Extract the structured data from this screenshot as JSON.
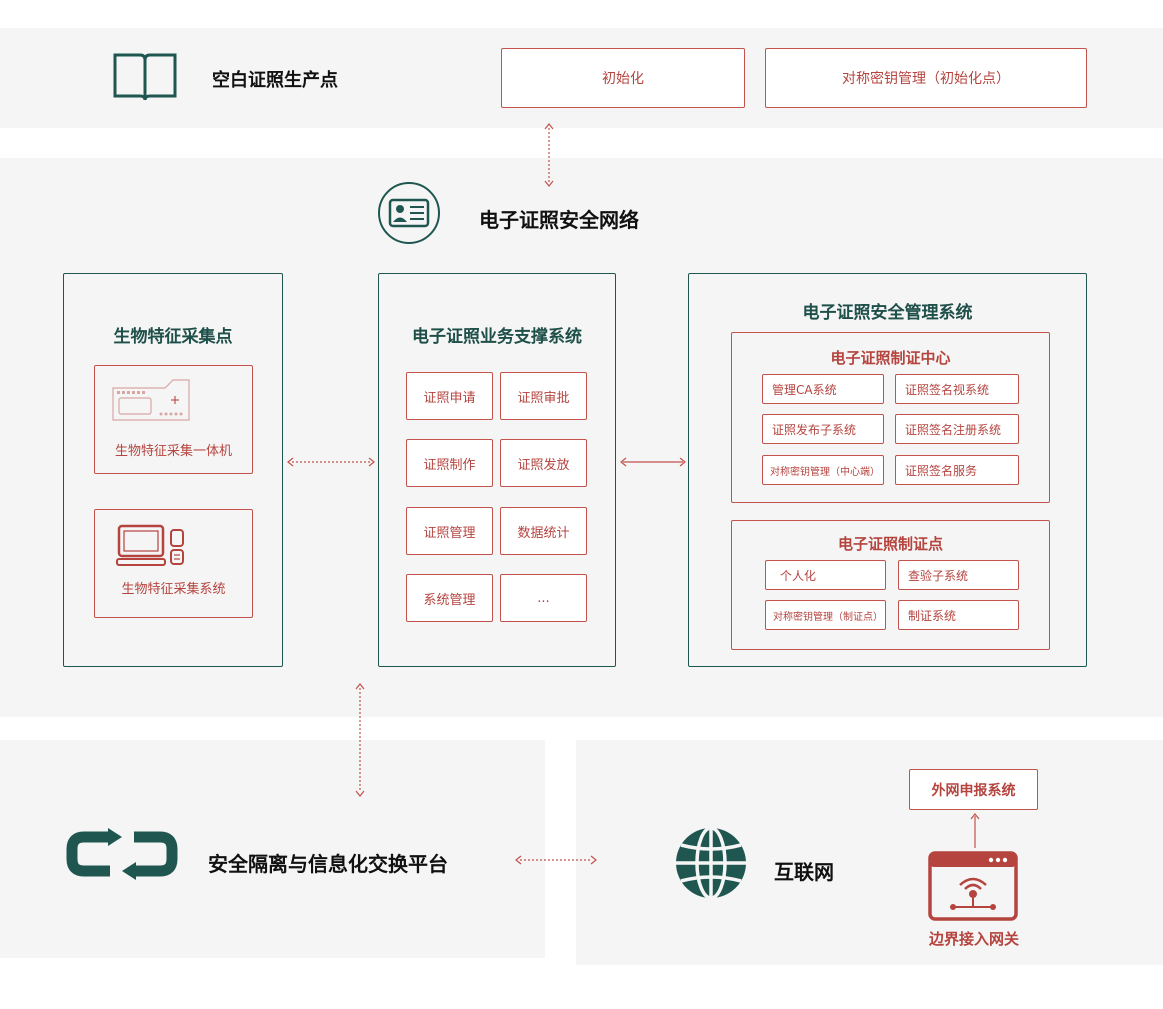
{
  "top": {
    "title": "空白证照生产点",
    "icon": "book-icon",
    "box_init": "初始化",
    "box_symmetric": "对称密钥管理（初始化点）"
  },
  "network": {
    "title": "电子证照安全网络",
    "icon": "id-card-icon"
  },
  "bio": {
    "title": "生物特征采集点",
    "device_label": "生物特征采集一体机",
    "system_label": "生物特征采集系统"
  },
  "business": {
    "title": "电子证照业务支撑系统",
    "items": [
      "证照申请",
      "证照审批",
      "证照制作",
      "证照发放",
      "证照管理",
      "数据统计",
      "系统管理",
      "..."
    ]
  },
  "security": {
    "title": "电子证照安全管理系统",
    "center": {
      "title": "电子证照制证中心",
      "items": [
        "管理CA系统",
        "证照签名视系统",
        "证照发布子系统",
        "证照签名注册系统",
        "对称密钥管理（中心端）",
        "证照签名服务"
      ]
    },
    "point": {
      "title": "电子证照制证点",
      "items": [
        "个人化",
        "查验子系统",
        "对称密钥管理（制证点）",
        "制证系统"
      ]
    }
  },
  "bottom": {
    "isolation": "安全隔离与信息化交换平台",
    "internet": "互联网",
    "extnet": "外网申报系统",
    "gateway": "边界接入网关"
  },
  "colors": {
    "accent_red": "#b5443f",
    "accent_green": "#1f5750",
    "band_bg": "#f5f5f5"
  }
}
